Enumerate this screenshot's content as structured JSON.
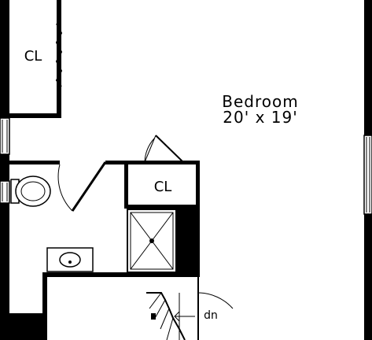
{
  "floorplan": {
    "rooms": [
      {
        "id": "bedroom",
        "name": "Bedroom",
        "dimensions": "20' x 19'"
      },
      {
        "id": "closet-upper-left",
        "name": "CL"
      },
      {
        "id": "closet-center",
        "name": "CL"
      }
    ],
    "stairs": {
      "label": "dn",
      "direction": "down"
    },
    "fixtures": [
      "toilet",
      "sink",
      "shower"
    ],
    "colors": {
      "wall": "#000000",
      "background": "#ffffff"
    }
  }
}
